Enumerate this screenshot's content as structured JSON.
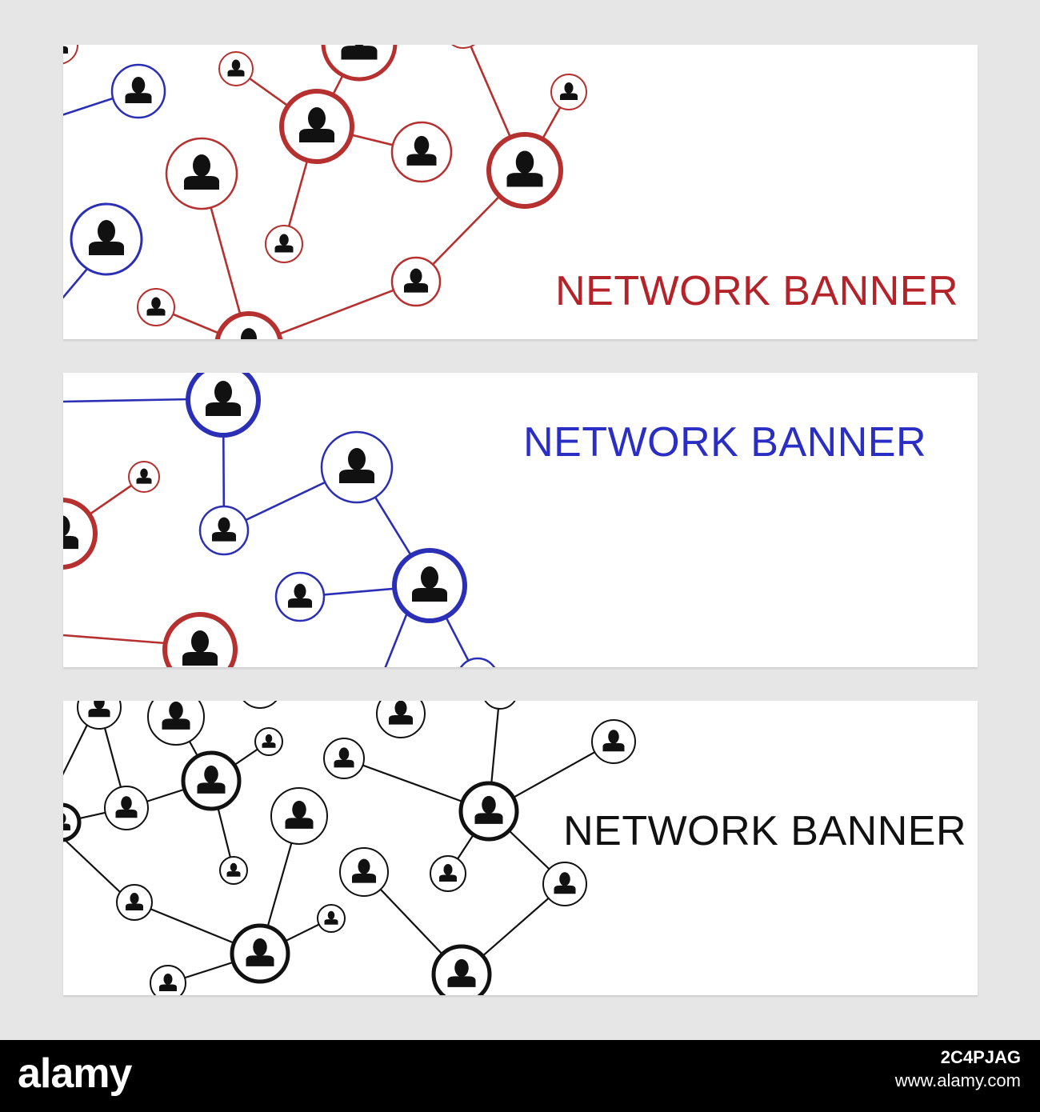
{
  "banners": [
    {
      "title": "NETWORK BANNER",
      "title_color": "#b5232a",
      "scheme": "red"
    },
    {
      "title": "NETWORK BANNER",
      "title_color": "#2b2ec4",
      "scheme": "blue"
    },
    {
      "title": "NETWORK BANNER",
      "title_color": "#111111",
      "scheme": "black"
    }
  ],
  "colors": {
    "red": "#b5302e",
    "blue": "#2a2fb5",
    "black": "#111111",
    "icon": "#111111",
    "page_background": "#e6e6e6",
    "banner_background": "#ffffff",
    "footer_background": "#000000"
  },
  "icon": "person-avatar-icon",
  "footer": {
    "brand": "alamy",
    "image_id": "2C4PJAG",
    "url": "www.alamy.com"
  }
}
